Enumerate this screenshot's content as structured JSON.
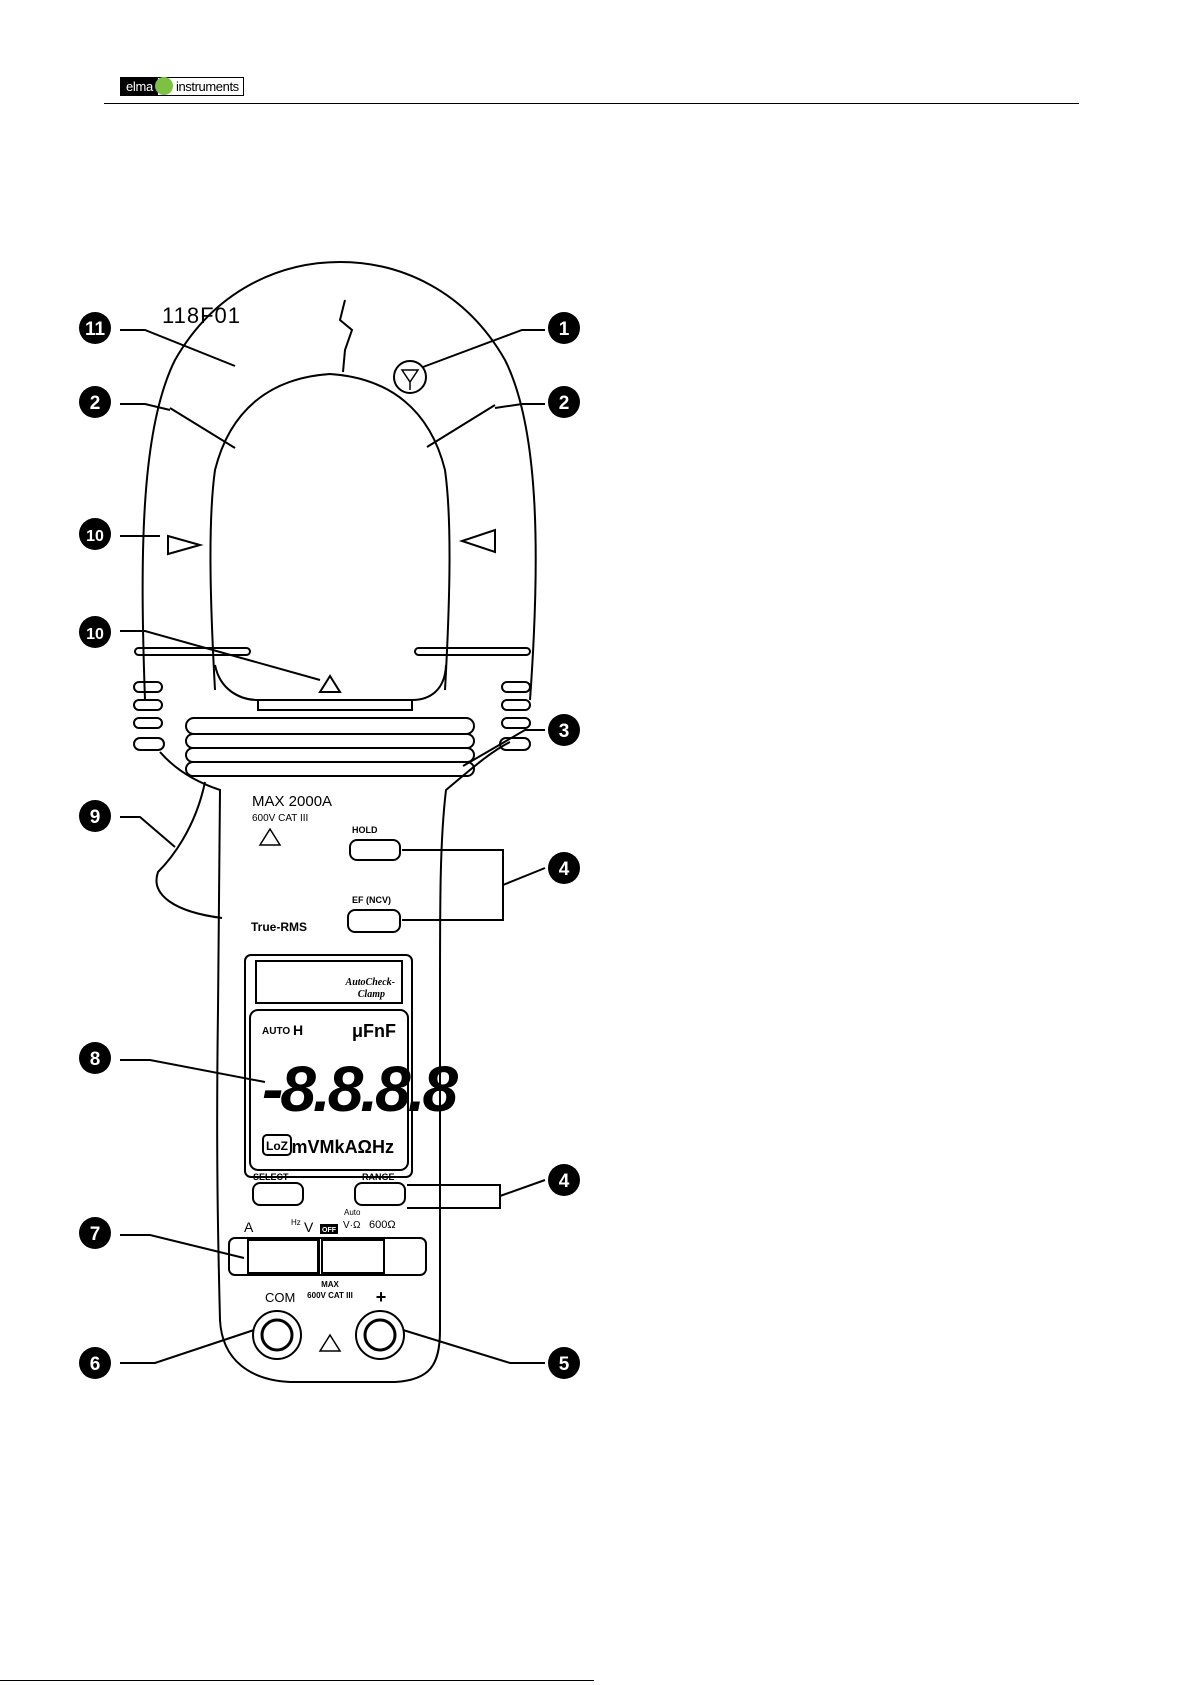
{
  "header": {
    "logo_left": "elma",
    "logo_right": "instruments"
  },
  "figure": {
    "id": "118F01",
    "max_current": "MAX 2000A",
    "cat_rating": "600V CAT III",
    "hold_label": "HOLD",
    "hold_icon": "H",
    "ef_label": "EF (NCV)",
    "true_rms": "True-RMS",
    "autocheck_line1": "AutoCheck-",
    "autocheck_line2": "Clamp",
    "lcd_auto": "AUTO",
    "lcd_hold": "H",
    "lcd_units_top": "μFnF",
    "lcd_digits": "-8.8.8.8",
    "lcd_loz": "LoZ",
    "lcd_units_bottom": "mVMkAΩHz",
    "select_label": "SELECT",
    "range_label": "RANGE",
    "dial_a": "A",
    "dial_hz": "Hz",
    "dial_v": "V",
    "dial_off": "OFF",
    "dial_auto": "Auto",
    "dial_vohm": "V·Ω",
    "dial_600": "600Ω",
    "com_label": "COM",
    "plus_label": "+",
    "jack_max": "MAX",
    "jack_cat": "600V CAT III",
    "callouts": [
      "1",
      "2",
      "2",
      "3",
      "4",
      "4",
      "5",
      "6",
      "7",
      "8",
      "9",
      "10",
      "10",
      "11"
    ]
  }
}
